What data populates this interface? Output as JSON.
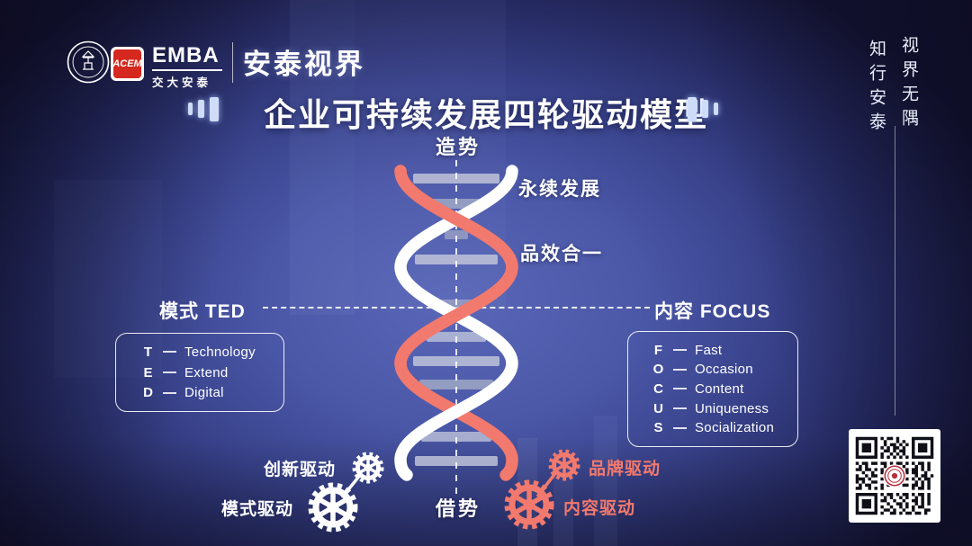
{
  "header": {
    "badge_text": "ACEM",
    "emba": "EMBA",
    "school": "交大安泰",
    "brand": "安泰视界"
  },
  "title": "企业可持续发展四轮驱动模型",
  "slogan": {
    "right_col": "视界无隅",
    "left_col": "知行安泰"
  },
  "dna": {
    "top": "造势",
    "bottom": "借势",
    "label1": "永续发展",
    "label2": "品效合一"
  },
  "ted": {
    "heading": "模式 TED",
    "items": [
      {
        "letter": "T",
        "word": "Technology"
      },
      {
        "letter": "E",
        "word": "Extend"
      },
      {
        "letter": "D",
        "word": "Digital"
      }
    ]
  },
  "focus": {
    "heading": "内容 FOCUS",
    "items": [
      {
        "letter": "F",
        "word": "Fast"
      },
      {
        "letter": "O",
        "word": "Occasion"
      },
      {
        "letter": "C",
        "word": "Content"
      },
      {
        "letter": "U",
        "word": "Uniqueness"
      },
      {
        "letter": "S",
        "word": "Socialization"
      }
    ]
  },
  "drivers": {
    "innovation": "创新驱动",
    "model": "模式驱动",
    "brand": "品牌驱动",
    "content": "内容驱动"
  },
  "colors": {
    "coral": "#f2796d",
    "white": "#ffffff",
    "bg_center": "#5560b0",
    "bg_edge": "#151434",
    "bar_light_blue": "#cfdcf8",
    "qr_seal_red": "#b5303c",
    "badge_red": "#d5281e"
  }
}
